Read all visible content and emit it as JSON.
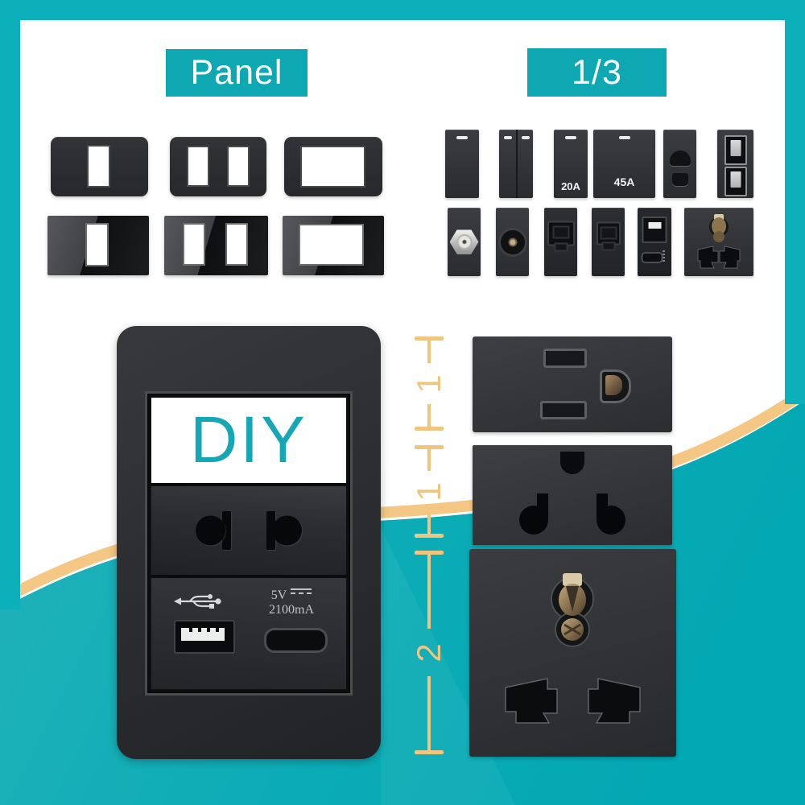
{
  "sections": {
    "panels": {
      "label": "Panel"
    },
    "modules": {
      "label": "1/3"
    }
  },
  "panels": [
    {
      "name": "panel-1gang-matte"
    },
    {
      "name": "panel-2gang-matte"
    },
    {
      "name": "panel-wide-matte"
    },
    {
      "name": "panel-1gang-glass"
    },
    {
      "name": "panel-2gang-glass"
    },
    {
      "name": "panel-wide-glass"
    }
  ],
  "modules": {
    "switch_1gang": {
      "label": ""
    },
    "switch_2gang": {
      "label": ""
    },
    "switch_20a": {
      "label": "20A"
    },
    "switch_45a": {
      "label": "45A"
    },
    "types_row2": [
      "coax",
      "tv-antenna",
      "ethernet",
      "phone",
      "usb-a-c",
      "universal-socket"
    ]
  },
  "plate": {
    "title": "DIY",
    "usb": {
      "voltage": "5V",
      "current": "2100mA"
    }
  },
  "ruler": {
    "spans": [
      {
        "units": "1"
      },
      {
        "units": "1"
      },
      {
        "units": "2"
      }
    ]
  },
  "icons": {
    "usb": "usb-trident-icon",
    "dc": "solid-over-dashed-dc-symbol"
  },
  "colors": {
    "teal_border": "#0bb0ba",
    "teal_label_box": "#0ea8b3",
    "teal_wave": "#0cacb6",
    "gold_accent": "#f5c785",
    "gold_ruler": "#efc580",
    "diy_text": "#16a7b6",
    "module_black": "#313336",
    "white": "#ffffff"
  }
}
